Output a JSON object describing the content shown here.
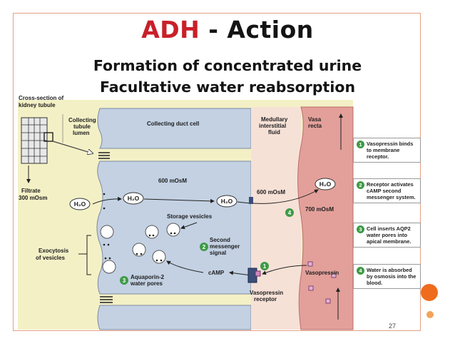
{
  "slide": {
    "title_main": "ADH",
    "title_rest": "- Action",
    "subtitle_1": "Formation of concentrated urine",
    "subtitle_2": "Facultative water reabsorption",
    "page_number": "27"
  },
  "diagram": {
    "cross_section_label": [
      "Cross-section of",
      "kidney tubule"
    ],
    "filtrate_label": [
      "Filtrate",
      "300 mOsm"
    ],
    "tubule_lumen_label": [
      "Collecting",
      "tubule",
      "lumen"
    ],
    "duct_cell_label": "Collecting duct cell",
    "interstitial_label": [
      "Medullary",
      "interstitial",
      "fluid"
    ],
    "vasa_recta_label": [
      "Vasa",
      "recta"
    ],
    "osm_600_cell": "600 mOsM",
    "osm_600_interstitial": "600 mOsM",
    "osm_700": "700 mOsM",
    "h2o": "H₂O",
    "storage_vesicles": "Storage vesicles",
    "second_messenger": [
      "Second",
      "messenger",
      "signal"
    ],
    "camp": "cAMP",
    "aquaporin": [
      "Aquaporin-2",
      "water pores"
    ],
    "exocytosis": [
      "Exocytosis",
      "of vesicles"
    ],
    "vasopressin": "Vasopressin",
    "vasopressin_receptor": [
      "Vasopressin",
      "receptor"
    ],
    "badges": [
      "1",
      "2",
      "3",
      "4"
    ]
  },
  "steps": [
    {
      "num": "1",
      "text": "Vasopressin binds to membrane receptor."
    },
    {
      "num": "2",
      "text": "Receptor activates cAMP second messenger system."
    },
    {
      "num": "3",
      "text": "Cell inserts AQP2 water pores into apical membrane."
    },
    {
      "num": "4",
      "text": "Water is absorbed by osmosis into the blood."
    }
  ],
  "colors": {
    "title_red": "#c8202a",
    "lumen": "#f4f0c6",
    "cell": "#c3d1e3",
    "interstitial": "#f6e1d7",
    "vasa_recta": "#e3a09a",
    "badge_green": "#3e9a46",
    "accent_orange": "#ef6c1f"
  }
}
